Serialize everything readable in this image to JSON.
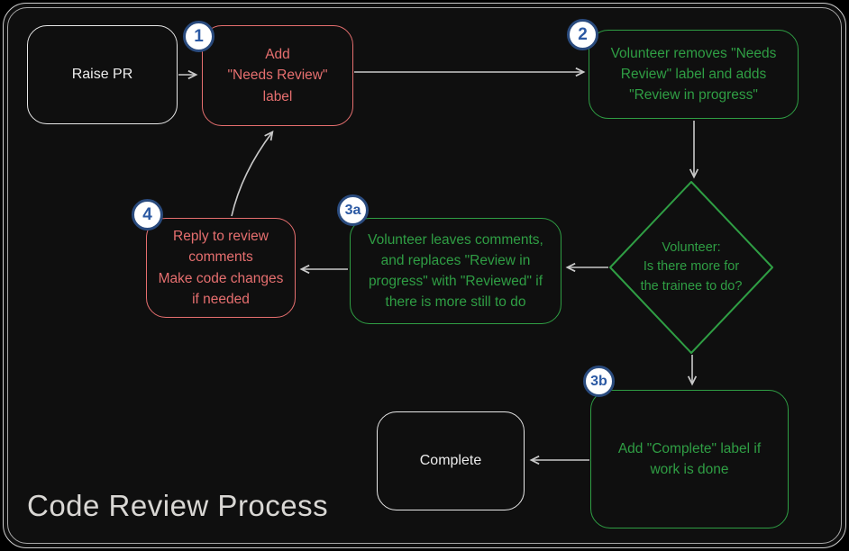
{
  "title": "Code Review Process",
  "colors": {
    "red": "#e66f6f",
    "green": "#2f9e44",
    "box_white": "#e8e8e8",
    "arrow": "#c9c9c9",
    "badge_border": "#2a4b7e",
    "badge_text": "#2b59a3",
    "badge_bg": "#ffffff",
    "background": "#0f0f0f",
    "frame": "#cfcfcf",
    "title": "#d9d7d4"
  },
  "badges": {
    "step1": "1",
    "step2": "2",
    "step3a": "3a",
    "step3b": "3b",
    "step4": "4"
  },
  "nodes": {
    "raise_pr": {
      "label": "Raise PR"
    },
    "add_needs_review": {
      "label": "Add\n\"Needs Review\"\nlabel"
    },
    "volunteer_removes": {
      "label": "Volunteer removes \"Needs\nReview\" label and adds\n\"Review in progress\""
    },
    "decision": {
      "label": "Volunteer:\nIs there more for\nthe trainee to do?"
    },
    "volunteer_comments": {
      "label": "Volunteer leaves comments,\nand replaces \"Review in\nprogress\" with \"Reviewed\" if\nthere is more still to do"
    },
    "reply_comments": {
      "label": "Reply to review\ncomments\nMake code changes\nif needed"
    },
    "add_complete": {
      "label": "Add \"Complete\" label if\nwork is done"
    },
    "complete": {
      "label": "Complete"
    }
  }
}
